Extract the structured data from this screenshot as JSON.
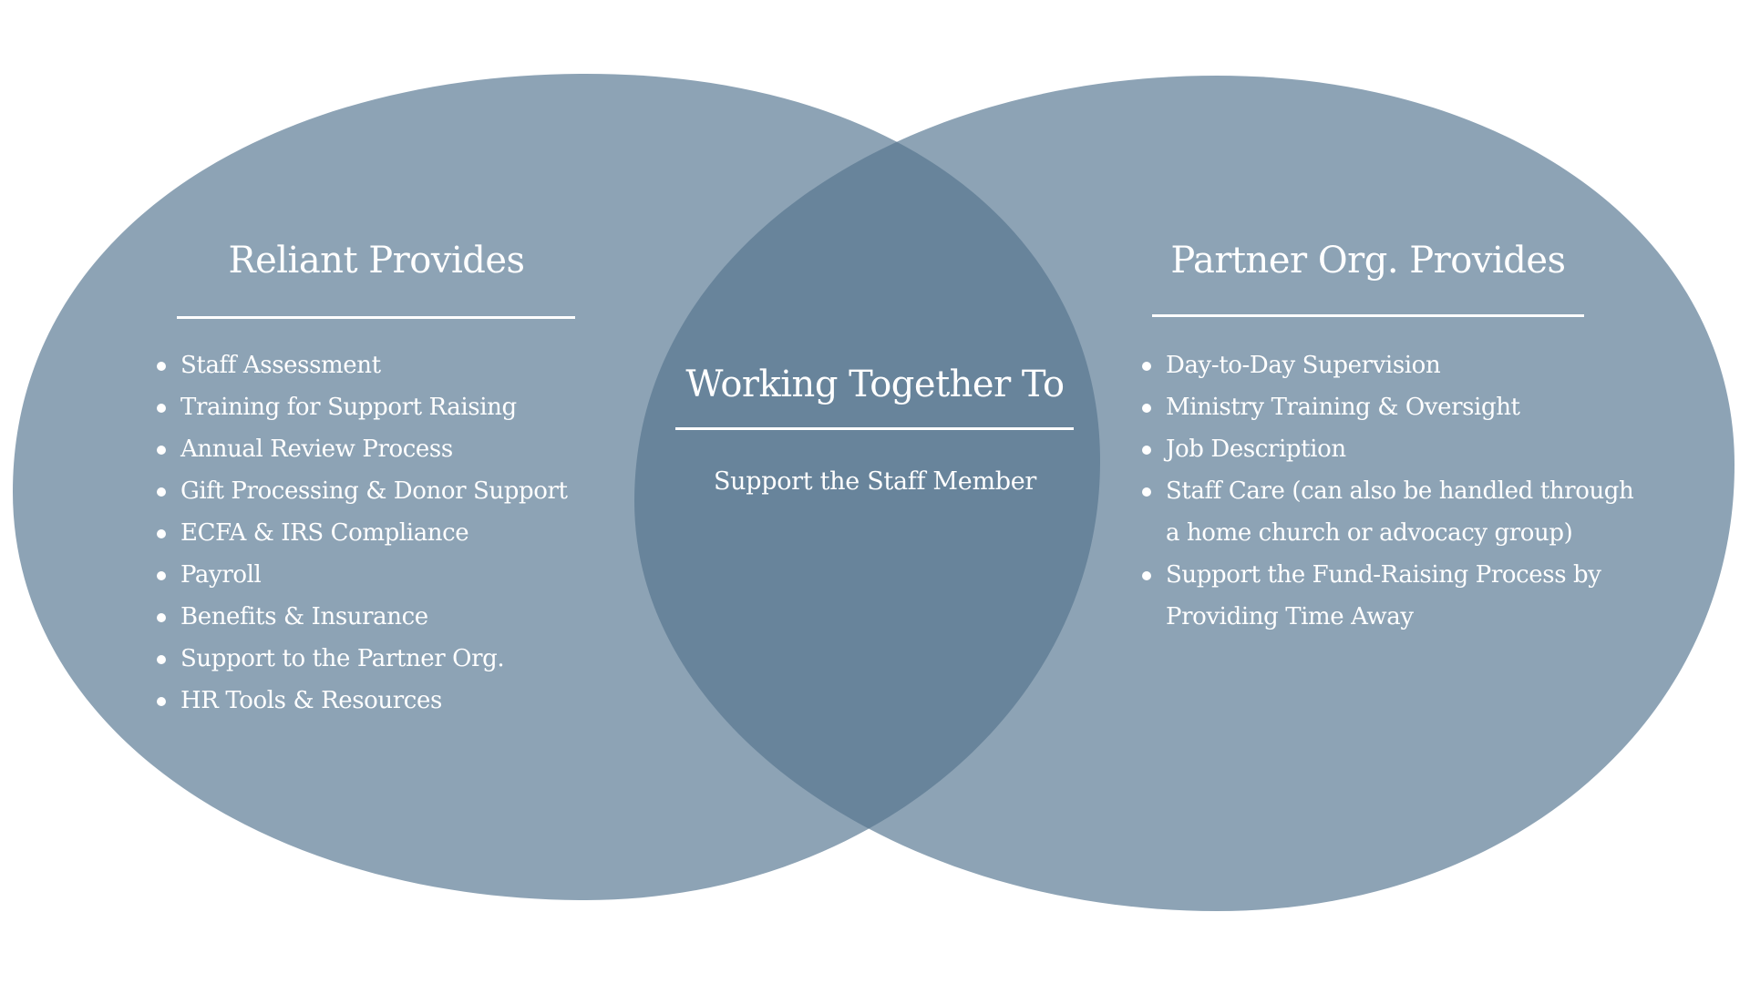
{
  "colors": {
    "circle_fill": "#8DA3B5",
    "overlap_fill": "#68849B",
    "text": "#FFFFFF",
    "background": "#FFFFFF"
  },
  "left": {
    "title": "Reliant Provides",
    "items": [
      {
        "lines": [
          "Staff Assessment"
        ]
      },
      {
        "lines": [
          "Training for Support Raising"
        ]
      },
      {
        "lines": [
          "Annual Review Process"
        ]
      },
      {
        "lines": [
          "Gift Processing & Donor Support"
        ]
      },
      {
        "lines": [
          "ECFA & IRS Compliance"
        ]
      },
      {
        "lines": [
          "Payroll"
        ]
      },
      {
        "lines": [
          "Benefits & Insurance"
        ]
      },
      {
        "lines": [
          "Support to the Partner Org."
        ]
      },
      {
        "lines": [
          "HR Tools & Resources"
        ]
      }
    ]
  },
  "center": {
    "title": "Working Together To",
    "subtitle": "Support the Staff Member"
  },
  "right": {
    "title": "Partner Org. Provides",
    "items": [
      {
        "lines": [
          "Day-to-Day Supervision"
        ]
      },
      {
        "lines": [
          "Ministry Training & Oversight"
        ]
      },
      {
        "lines": [
          "Job Description"
        ]
      },
      {
        "lines": [
          "Staff Care (can also be handled through",
          "a home church or advocacy group)"
        ]
      },
      {
        "lines": [
          "Support the Fund-Raising Process by",
          "Providing Time Away"
        ]
      }
    ]
  }
}
